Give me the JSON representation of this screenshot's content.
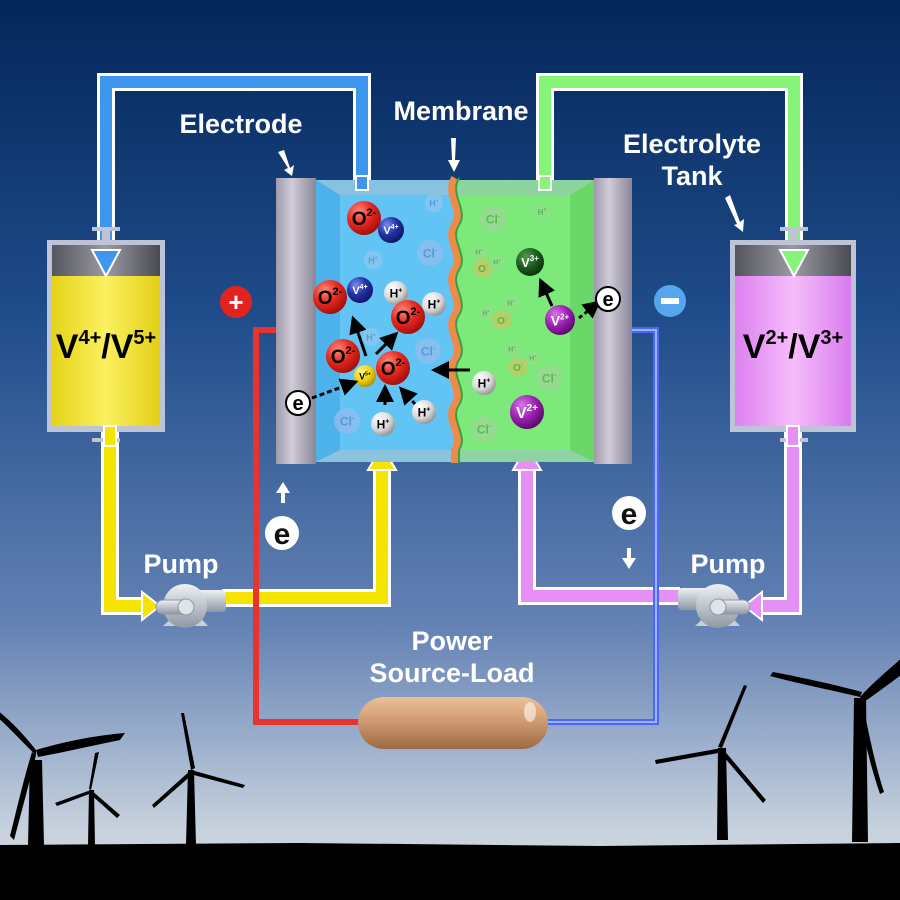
{
  "labels": {
    "electrode": "Electrode",
    "membrane": "Membrane",
    "electrolyte_tank_line1": "Electrolyte",
    "electrolyte_tank_line2": "Tank",
    "pump_left": "Pump",
    "pump_right": "Pump",
    "power_line1": "Power",
    "power_line2": "Source-Load"
  },
  "tanks": {
    "left": {
      "base1": "V",
      "sup1": "4+",
      "sep": "/",
      "base2": "V",
      "sup2": "5+",
      "fill_color": "#f2e32b"
    },
    "right": {
      "base1": "V",
      "sup1": "2+",
      "sep": "/",
      "base2": "V",
      "sup2": "3+",
      "fill_color": "#e98ff5"
    }
  },
  "terminals": {
    "positive": {
      "symbol": "+",
      "color": "#e3231f"
    },
    "negative": {
      "symbol": "−",
      "color": "#55a6ee"
    }
  },
  "electron_symbol": "e",
  "colors": {
    "loop_left_top": "#3f96ee",
    "loop_left_bottom": "#f4e400",
    "loop_right_top": "#86f479",
    "loop_right_bottom": "#e690f7",
    "wire_positive": "#e8332f",
    "wire_negative": "#4c68f2",
    "membrane": "#f08a4b",
    "cell_left": "#62c4f5",
    "cell_right": "#7de97a"
  },
  "cell_left_ions": [
    {
      "id": "o1",
      "label": "O",
      "sup": "2-",
      "kind": "oxygen"
    },
    {
      "id": "v4a",
      "label": "V",
      "sup": "4+",
      "kind": "vanadium4"
    },
    {
      "id": "h_f1",
      "label": "H",
      "sup": "+",
      "kind": "faint-h"
    },
    {
      "id": "cl_f1",
      "label": "Cl",
      "sup": "-",
      "kind": "faint-cl"
    },
    {
      "id": "h_f2",
      "label": "H",
      "sup": "+",
      "kind": "faint-h"
    },
    {
      "id": "o2",
      "label": "O",
      "sup": "2-",
      "kind": "oxygen"
    },
    {
      "id": "v4b",
      "label": "V",
      "sup": "4+",
      "kind": "vanadium4"
    },
    {
      "id": "h1",
      "label": "H",
      "sup": "+",
      "kind": "proton"
    },
    {
      "id": "o3",
      "label": "O",
      "sup": "2-",
      "kind": "oxygen"
    },
    {
      "id": "h2",
      "label": "H",
      "sup": "+",
      "kind": "proton"
    },
    {
      "id": "h_f3",
      "label": "H",
      "sup": "+",
      "kind": "faint-h"
    },
    {
      "id": "cl_f2",
      "label": "Cl",
      "sup": "-",
      "kind": "faint-cl"
    },
    {
      "id": "o4",
      "label": "O",
      "sup": "2-",
      "kind": "oxygen"
    },
    {
      "id": "v5",
      "label": "V",
      "sup": "5+",
      "kind": "vanadium5"
    },
    {
      "id": "o5",
      "label": "O",
      "sup": "2-",
      "kind": "oxygen"
    },
    {
      "id": "cl_f3",
      "label": "Cl",
      "sup": "-",
      "kind": "faint-cl"
    },
    {
      "id": "h3",
      "label": "H",
      "sup": "+",
      "kind": "proton"
    },
    {
      "id": "h4",
      "label": "H",
      "sup": "+",
      "kind": "proton"
    }
  ],
  "cell_right_ions": [
    {
      "id": "cl_g1",
      "label": "Cl",
      "sup": "-",
      "kind": "faint-cl-g"
    },
    {
      "id": "h_g1",
      "label": "H",
      "sup": "+",
      "kind": "faint-h-g"
    },
    {
      "id": "v3",
      "label": "V",
      "sup": "3+",
      "kind": "vanadium3"
    },
    {
      "id": "h_g2",
      "label": "H",
      "sup": "+",
      "kind": "faint-h-g"
    },
    {
      "id": "o_g1",
      "label": "O",
      "sup": "-",
      "kind": "faint-o-g"
    },
    {
      "id": "h_g3",
      "label": "H",
      "sup": "+",
      "kind": "faint-h-g"
    },
    {
      "id": "v2a",
      "label": "V",
      "sup": "2+",
      "kind": "vanadium2"
    },
    {
      "id": "h_g4",
      "label": "H",
      "sup": "+",
      "kind": "faint-h-g"
    },
    {
      "id": "o_g2",
      "label": "O",
      "sup": "-",
      "kind": "faint-o-g"
    },
    {
      "id": "h_g5",
      "label": "H",
      "sup": "+",
      "kind": "faint-h-g"
    },
    {
      "id": "h_g6",
      "label": "H",
      "sup": "+",
      "kind": "faint-h-g"
    },
    {
      "id": "o_g3",
      "label": "O",
      "sup": "-",
      "kind": "faint-o-g"
    },
    {
      "id": "h_g7",
      "label": "H",
      "sup": "+",
      "kind": "faint-h-g"
    },
    {
      "id": "cl_g2",
      "label": "Cl",
      "sup": "-",
      "kind": "faint-cl-g"
    },
    {
      "id": "h5",
      "label": "H",
      "sup": "+",
      "kind": "proton"
    },
    {
      "id": "v2b",
      "label": "V",
      "sup": "2+",
      "kind": "vanadium2"
    },
    {
      "id": "cl_g3",
      "label": "Cl",
      "sup": "-",
      "kind": "faint-cl-g"
    }
  ]
}
